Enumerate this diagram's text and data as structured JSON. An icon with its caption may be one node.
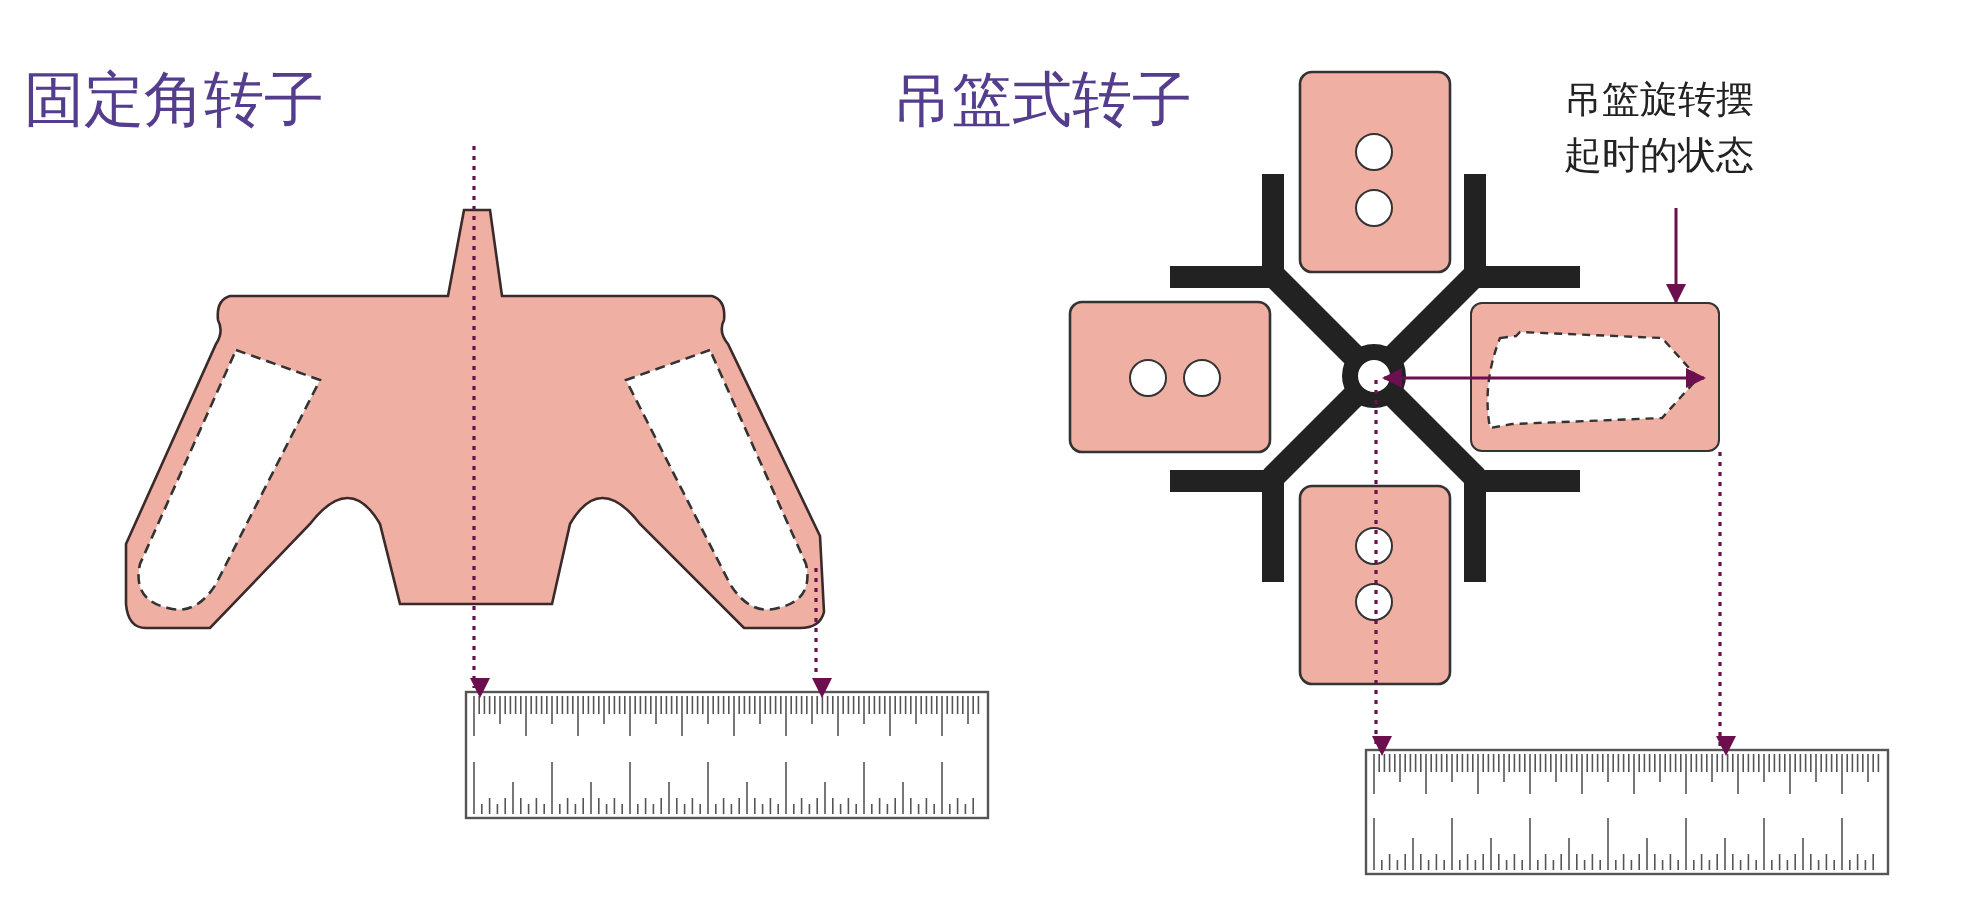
{
  "diagram": {
    "nodes": [
      {
        "text": [
          "吊篮旋转摆起时的状态"
        ]
      },
      {
        "text": [],
        "shape": "picture"
      }
    ],
    "edges": [
      {
        "from": 0,
        "to": 1,
        "arrow": "to"
      }
    ],
    "labels": [
      "固定角转子",
      "吊篮式转子"
    ]
  }
}
